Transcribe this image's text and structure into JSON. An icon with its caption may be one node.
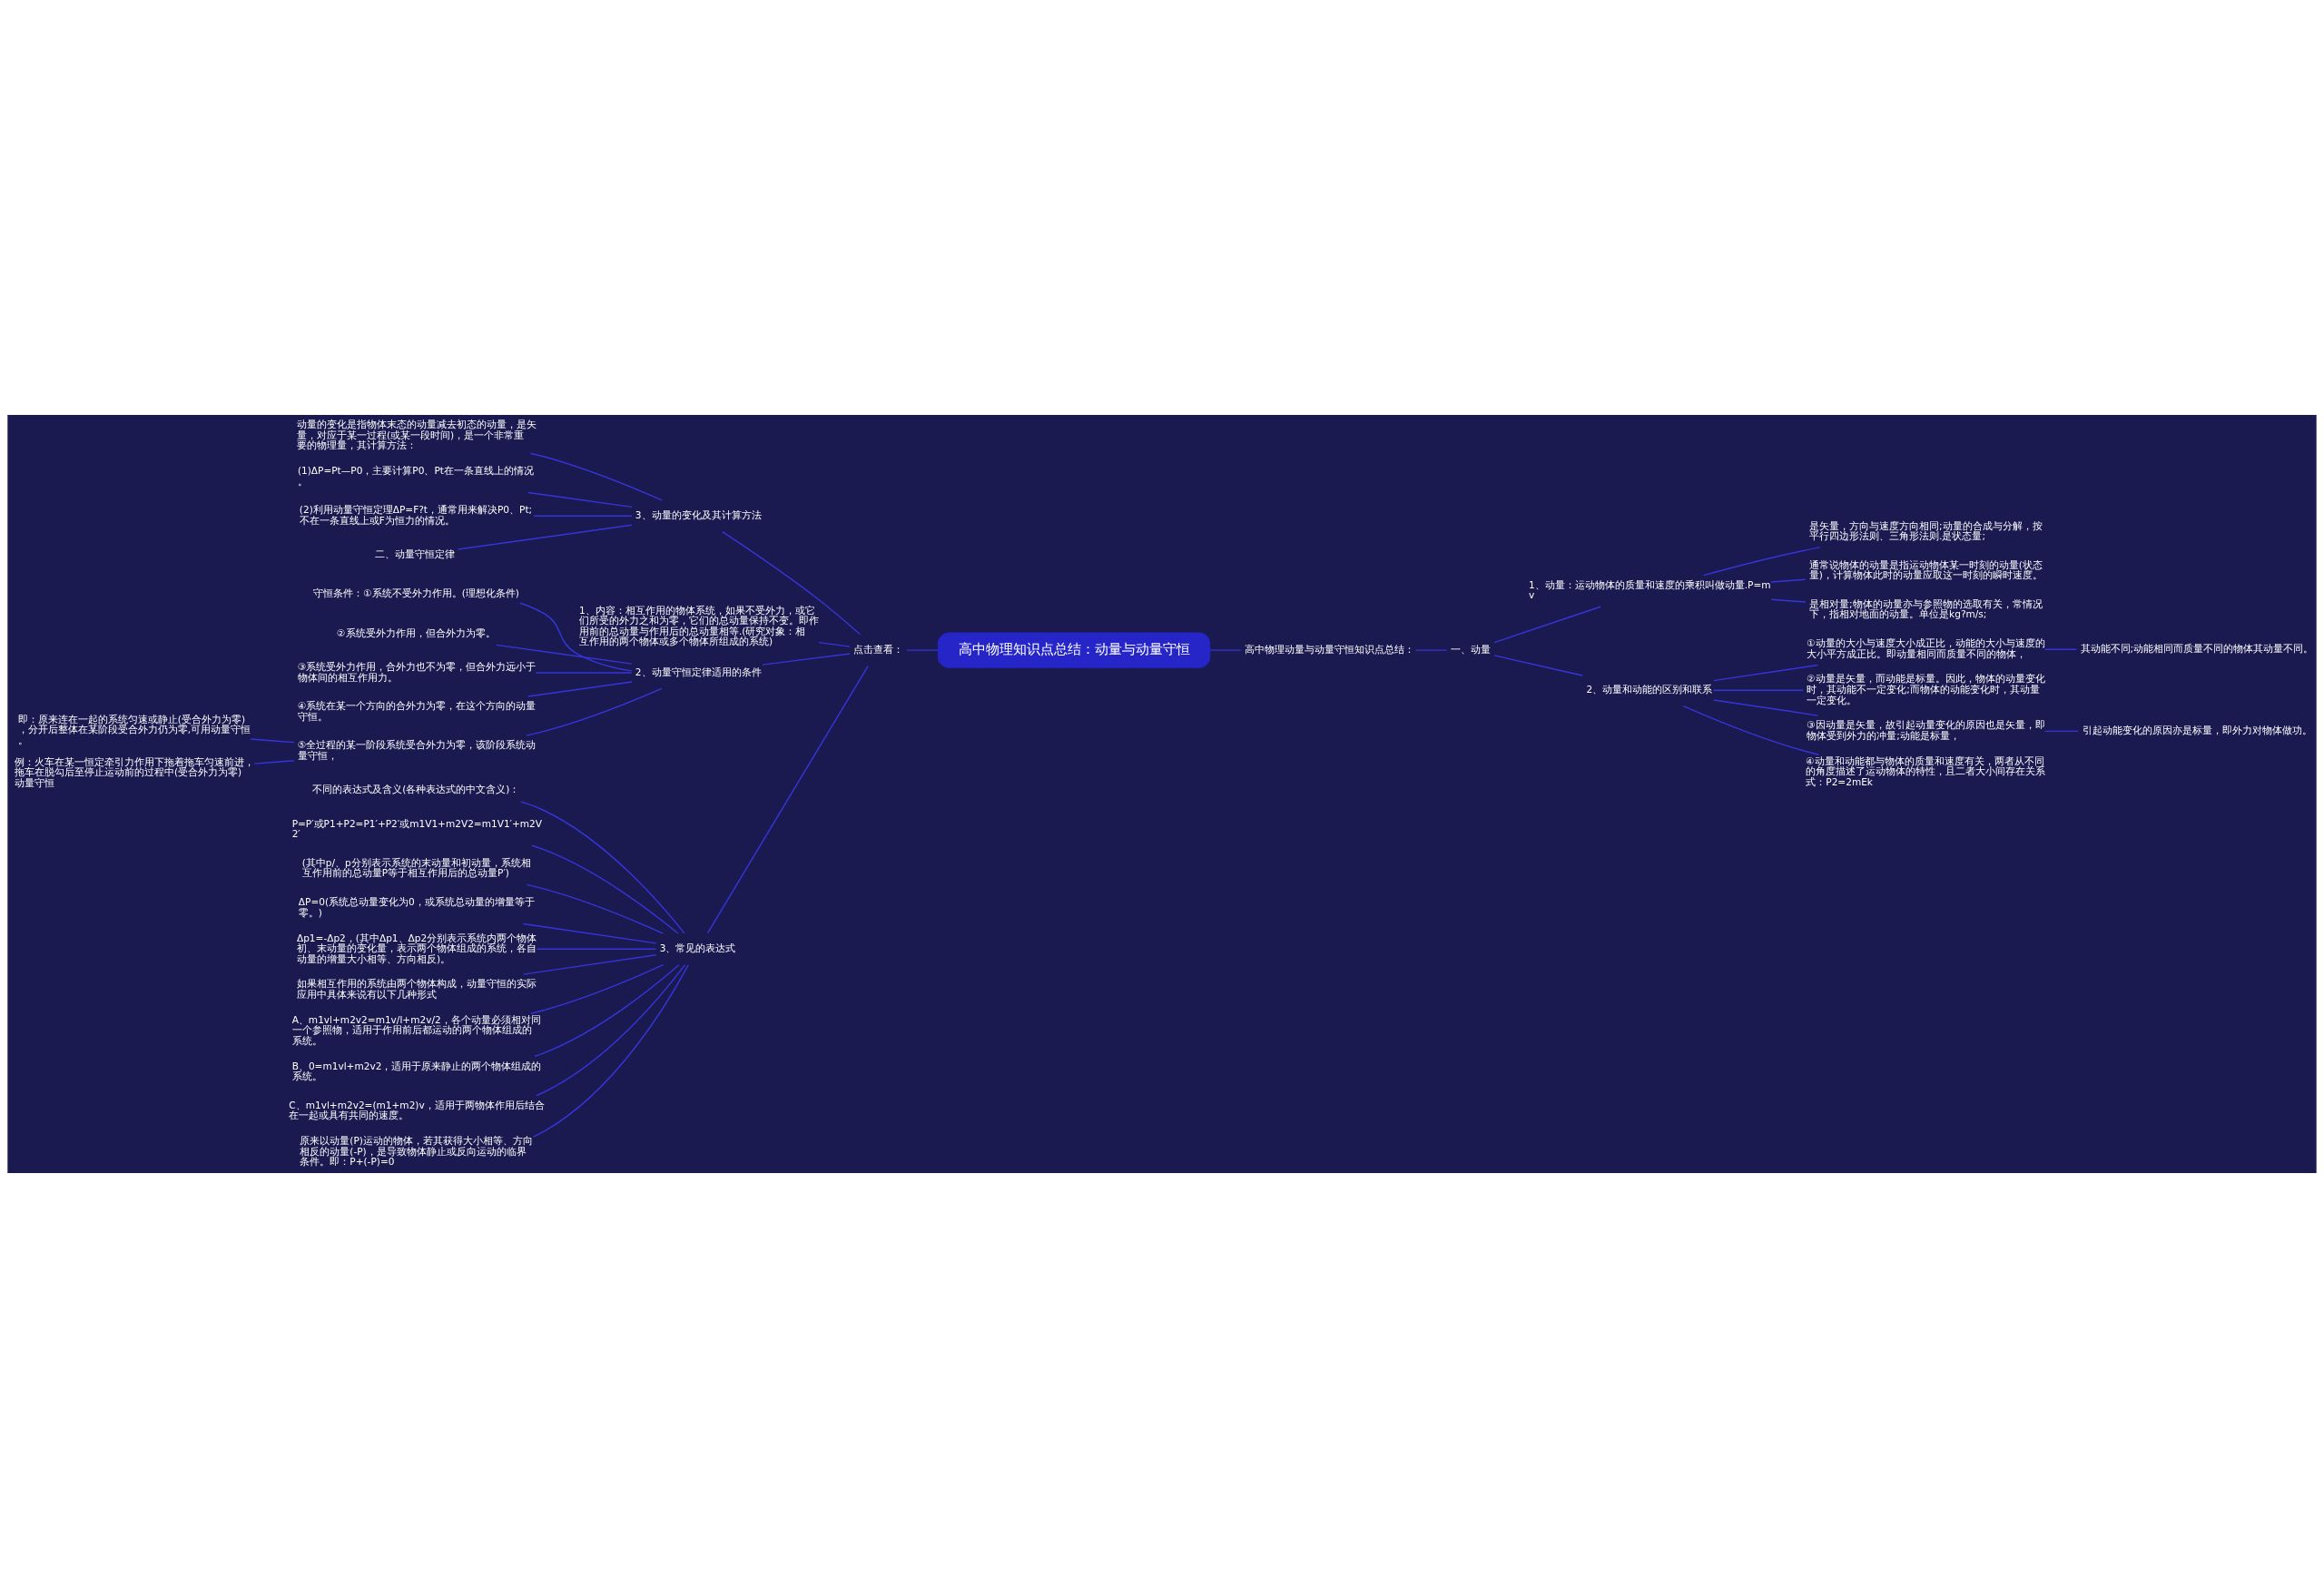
{
  "diagram": {
    "nodes": [
      {
        "text": [
          "高中物理知识点总结：动量与动量守恒"
        ]
      },
      {
        "text": [
          "高中物理动量与动量守恒知识点总结："
        ]
      },
      {
        "text": [
          "一、动量"
        ]
      },
      {
        "text": [
          "1、动量：运动物体的质量和速度的乘积叫做动量.P=mv"
        ]
      },
      {
        "text": [
          "是矢量，方向与速度方向相同;动量的合成与分解，按平行四边形法则、三角形法则.是状态量;"
        ]
      },
      {
        "text": [
          "通常说物体的动量是指运动物体某一时刻的动量(状态量)，计算物体此时的动量应取这一时刻的瞬时速度。"
        ]
      },
      {
        "text": [
          "是相对量;物体的动量亦与参照物的选取有关，常情况下，指相对地面的动量。单位是kg?m/s;"
        ]
      },
      {
        "text": [
          "2、动量和动能的区别和联系"
        ]
      },
      {
        "text": [
          "①动量的大小与速度大小成正比，动能的大小与速度的大小平方成正比。即动量相同而质量不同的物体，"
        ]
      },
      {
        "text": [
          "其动能不同;动能相同而质量不同的物体其动量不同。"
        ]
      },
      {
        "text": [
          "②动量是矢量，而动能是标量。因此，物体的动量变化时，其动能不一定变化;而物体的动能变化时，其动量一定变化。"
        ]
      },
      {
        "text": [
          "③因动量是矢量，故引起动量变化的原因也是矢量，即物体受到外力的冲量;动能是标量，"
        ]
      },
      {
        "text": [
          "引起动能变化的原因亦是标量，即外力对物体做功。"
        ]
      },
      {
        "text": [
          "④动量和动能都与物体的质量和速度有关，两者从不同的角度描述了运动物体的特性，且二者大小间存在关系式：P2=2mEk"
        ]
      },
      {
        "text": [
          "点击查看："
        ]
      },
      {
        "text": [
          "3、动量的变化及其计算方法"
        ]
      },
      {
        "text": [
          "动量的变化是指物体末态的动量减去初态的动量，是矢量，对应于某一过程(或某一段时间)，是一个非常重要的物理量，其计算方法："
        ]
      },
      {
        "text": [
          "(1)ΔP=Pt—P0，主要计算P0、Pt在一条直线上的情况。"
        ]
      },
      {
        "text": [
          "(2)利用动量守恒定理ΔP=F?t，通常用来解决P0、Pt;不在一条直线上或F为恒力的情况。"
        ]
      },
      {
        "text": [
          "二、动量守恒定律"
        ]
      },
      {
        "text": [
          "1、内容：相互作用的物体系统，如果不受外力，或它们所受的外力之和为零，它们的总动量保持不变。即作用前的总动量与作用后的总动量相等.(研究对象：相互作用的两个物体或多个物体所组成的系统)"
        ]
      },
      {
        "text": [
          "2、动量守恒定律适用的条件"
        ]
      },
      {
        "text": [
          "守恒条件：①系统不受外力作用。(理想化条件)"
        ]
      },
      {
        "text": [
          "②系统受外力作用，但合外力为零。"
        ]
      },
      {
        "text": [
          "③系统受外力作用，合外力也不为零，但合外力远小于物体间的相互作用力。"
        ]
      },
      {
        "text": [
          "④系统在某一个方向的合外力为零，在这个方向的动量守恒。"
        ]
      },
      {
        "text": [
          "⑤全过程的某一阶段系统受合外力为零，该阶段系统动量守恒，"
        ]
      },
      {
        "text": [
          "即：原来连在一起的系统匀速或静止(受合外力为零)，分开后整体在某阶段受合外力仍为零,可用动量守恒。"
        ]
      },
      {
        "text": [
          "例：火车在某一恒定牵引力作用下拖着拖车匀速前进，拖车在脱勾后至停止运动前的过程中(受合外力为零)动量守恒"
        ]
      },
      {
        "text": [
          "3、常见的表达式"
        ]
      },
      {
        "text": [
          "不同的表达式及含义(各种表达式的中文含义)："
        ]
      },
      {
        "text": [
          "P=P′或P1+P2=P1′+P2′或m1V1+m2V2=m1V1′+m2V2′"
        ]
      },
      {
        "text": [
          "(其中p/、p分别表示系统的末动量和初动量，系统相互作用前的总动量P等于相互作用后的总动量P′)"
        ]
      },
      {
        "text": [
          "ΔP=0(系统总动量变化为0，或系统总动量的增量等于零。)"
        ]
      },
      {
        "text": [
          "Δp1=-Δp2，(其中Δp1、Δp2分别表示系统内两个物体初、末动量的变化量，表示两个物体组成的系统，各自动量的增量大小相等、方向相反)。"
        ]
      },
      {
        "text": [
          "如果相互作用的系统由两个物体构成，动量守恒的实际应用中具体来说有以下几种形式"
        ]
      },
      {
        "text": [
          "A、m1vl+m2v2=m1v/l+m2v/2，各个动量必须相对同一个参照物，适用于作用前后都运动的两个物体组成的系统。"
        ]
      },
      {
        "text": [
          "B、0=m1vl+m2v2，适用于原来静止的两个物体组成的系统。"
        ]
      },
      {
        "text": [
          "C、m1vl+m2v2=(m1+m2)v，适用于两物体作用后结合在一起或具有共同的速度。"
        ]
      },
      {
        "text": [
          "原来以动量(P)运动的物体，若其获得大小相等、方向相反的动量(-P)，是导致物体静止或反向运动的临界条件。即：P+(-P)=0"
        ]
      }
    ],
    "edges": [
      {
        "from": 0,
        "to": 1,
        "arrow": "none"
      },
      {
        "from": 1,
        "to": 2,
        "arrow": "none"
      },
      {
        "from": 2,
        "to": 3,
        "arrow": "none"
      },
      {
        "from": 3,
        "to": 4,
        "arrow": "none"
      },
      {
        "from": 3,
        "to": 5,
        "arrow": "none"
      },
      {
        "from": 3,
        "to": 6,
        "arrow": "none"
      },
      {
        "from": 2,
        "to": 7,
        "arrow": "none"
      },
      {
        "from": 7,
        "to": 8,
        "arrow": "none"
      },
      {
        "from": 8,
        "to": 9,
        "arrow": "none"
      },
      {
        "from": 7,
        "to": 10,
        "arrow": "none"
      },
      {
        "from": 7,
        "to": 11,
        "arrow": "none"
      },
      {
        "from": 11,
        "to": 12,
        "arrow": "none"
      },
      {
        "from": 7,
        "to": 13,
        "arrow": "none"
      },
      {
        "from": 0,
        "to": 14,
        "arrow": "none"
      },
      {
        "from": 14,
        "to": 15,
        "arrow": "none"
      },
      {
        "from": 15,
        "to": 16,
        "arrow": "none"
      },
      {
        "from": 15,
        "to": 17,
        "arrow": "none"
      },
      {
        "from": 15,
        "to": 18,
        "arrow": "none"
      },
      {
        "from": 15,
        "to": 19,
        "arrow": "none"
      },
      {
        "from": 14,
        "to": 20,
        "arrow": "none"
      },
      {
        "from": 14,
        "to": 21,
        "arrow": "none"
      },
      {
        "from": 21,
        "to": 22,
        "arrow": "none"
      },
      {
        "from": 21,
        "to": 23,
        "arrow": "none"
      },
      {
        "from": 21,
        "to": 24,
        "arrow": "none"
      },
      {
        "from": 21,
        "to": 25,
        "arrow": "none"
      },
      {
        "from": 21,
        "to": 26,
        "arrow": "none"
      },
      {
        "from": 26,
        "to": 27,
        "arrow": "none"
      },
      {
        "from": 26,
        "to": 28,
        "arrow": "none"
      },
      {
        "from": 14,
        "to": 29,
        "arrow": "none"
      },
      {
        "from": 29,
        "to": 30,
        "arrow": "none"
      },
      {
        "from": 29,
        "to": 31,
        "arrow": "none"
      },
      {
        "from": 29,
        "to": 32,
        "arrow": "none"
      },
      {
        "from": 29,
        "to": 33,
        "arrow": "none"
      },
      {
        "from": 29,
        "to": 34,
        "arrow": "none"
      },
      {
        "from": 29,
        "to": 35,
        "arrow": "none"
      },
      {
        "from": 29,
        "to": 36,
        "arrow": "none"
      },
      {
        "from": 29,
        "to": 37,
        "arrow": "none"
      },
      {
        "from": 29,
        "to": 38,
        "arrow": "none"
      },
      {
        "from": 29,
        "to": 39,
        "arrow": "none"
      }
    ]
  }
}
